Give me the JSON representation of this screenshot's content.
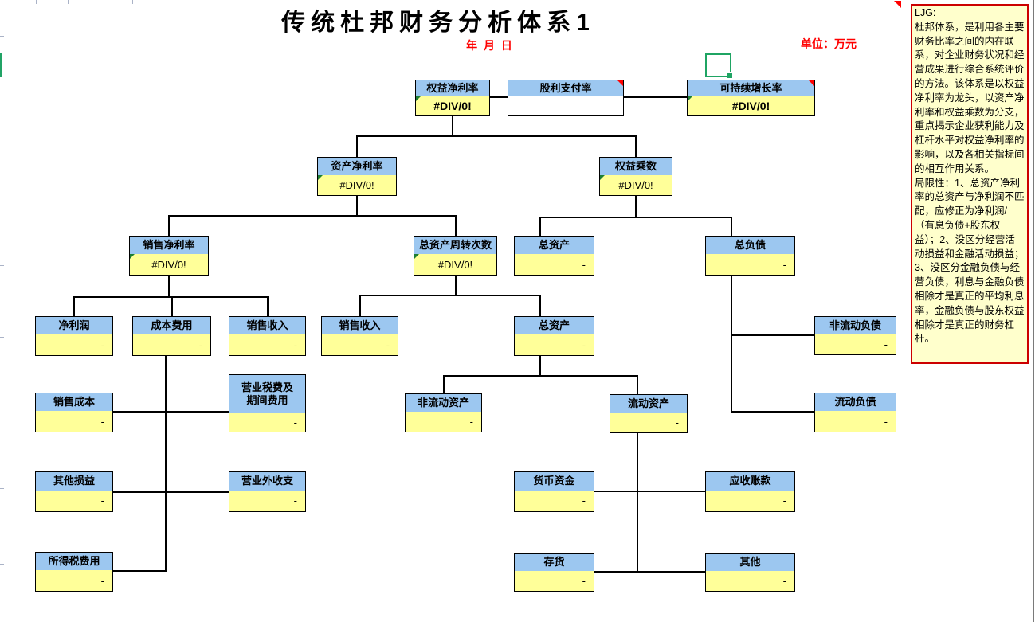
{
  "header": {
    "title": "传统杜邦财务分析体系1",
    "date_label": "年 月 日",
    "unit_label": "单位：万元"
  },
  "note_panel": {
    "heading": "LJG:",
    "body": "杜邦体系，是利用各主要财务比率之间的内在联系，对企业财务状况和经营成果进行综合系统评价的方法。该体系是以权益净利率为龙头，以资产净利率和权益乘数为分支，重点揭示企业获利能力及杠杆水平对权益净利率的影响，以及各相关指标间的相互作用关系。",
    "limitations": "局限性：1、总资产净利率的总资产与净利润不匹配，应修正为净利润/（有息负债+股东权益）；2、没区分经营活动损益和金融活动损益；3、没区分金融负债与经营负债，利息与金融负债相除才是真正的平均利息率，金融负债与股东权益相除才是真正的财务杠杆。"
  },
  "colors": {
    "node_header_bg": "#9CC7F0",
    "node_value_bg": "#FFFF99",
    "note_bg": "#FFFFCC",
    "note_border": "#CC0000",
    "accent_red": "#FF0000",
    "selection_green": "#1FA463",
    "error_indicator_green": "#1E7E34"
  },
  "nodes": [
    {
      "label": "权益净利率",
      "value": "#DIV/0!"
    },
    {
      "label": "股利支付率",
      "value": ""
    },
    {
      "label": "可持续增长率",
      "value": "#DIV/0!"
    },
    {
      "label": "资产净利率",
      "value": "#DIV/0!"
    },
    {
      "label": "权益乘数",
      "value": "#DIV/0!"
    },
    {
      "label": "销售净利率",
      "value": "#DIV/0!"
    },
    {
      "label": "总资产周转次数",
      "value": "#DIV/0!"
    },
    {
      "label": "总资产",
      "value": "-"
    },
    {
      "label": "总负债",
      "value": "-"
    },
    {
      "label": "净利润",
      "value": "-"
    },
    {
      "label": "成本费用",
      "value": "-"
    },
    {
      "label": "销售收入",
      "value": "-"
    },
    {
      "label": "销售收入",
      "value": "-"
    },
    {
      "label": "总资产",
      "value": "-"
    },
    {
      "label": "非流动负债",
      "value": "-"
    },
    {
      "label": "销售成本",
      "value": "-"
    },
    {
      "label": "营业税费及",
      "label2": "期间费用",
      "value": "-"
    },
    {
      "label": "非流动资产",
      "value": "-"
    },
    {
      "label": "流动资产",
      "value": "-"
    },
    {
      "label": "流动负债",
      "value": "-"
    },
    {
      "label": "其他损益",
      "value": "-"
    },
    {
      "label": "营业外收支",
      "value": "-"
    },
    {
      "label": "货币资金",
      "value": "-"
    },
    {
      "label": "应收账款",
      "value": "-"
    },
    {
      "label": "所得税费用",
      "value": "-"
    },
    {
      "label": "存货",
      "value": "-"
    },
    {
      "label": "其他",
      "value": "-"
    }
  ]
}
